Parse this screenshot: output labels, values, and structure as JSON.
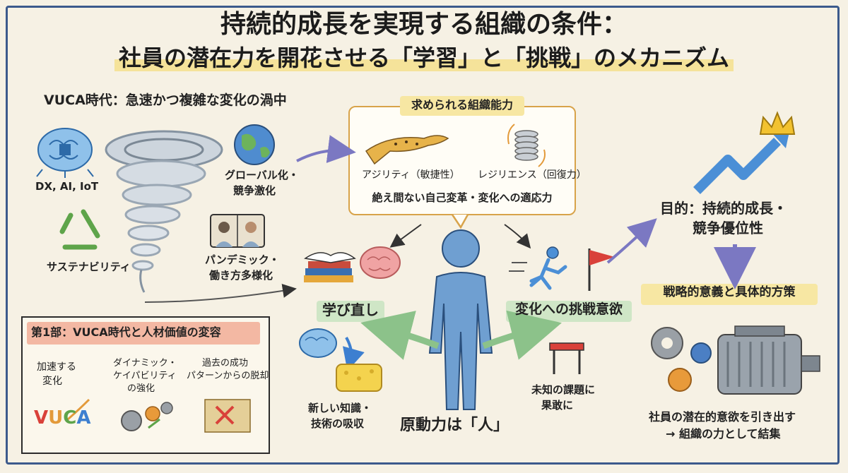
{
  "title": {
    "line1": "持続的成長を実現する組織の条件：",
    "line2": "社員の潜在力を開花させる「学習」と「挑戦」のメカニズム"
  },
  "vuca": {
    "heading": "VUCA時代：急速かつ複雑な変化の渦中",
    "dx": "DX, AI, IoT",
    "global": [
      "グローバル化・",
      "競争激化"
    ],
    "sustain": "サステナビリティ",
    "pandemic": [
      "パンデミック・",
      "働き方多様化"
    ]
  },
  "capabilities": {
    "title": "求められる組織能力",
    "agility": "アジリティ（敏捷性）",
    "resilience": "レジリエンス（回復力）",
    "summary": "絶え間ない自己変革・変化への適応力"
  },
  "center": {
    "learn": "学び直し",
    "absorb": [
      "新しい知識・",
      "技術の吸収"
    ],
    "people": "原動力は「人」",
    "challenge": "変化への挑戦意欲",
    "unknown": [
      "未知の課題に",
      "果敢に"
    ]
  },
  "goal": {
    "purpose": [
      "目的：持続的成長・",
      "競争優位性"
    ],
    "strategy": "戦略的意義と具体的方策",
    "engine": [
      "社員の潜在的意欲を引き出す",
      "→ 組織の力として結集"
    ]
  },
  "part1": {
    "title": "第1部：VUCA時代と人材価値の変容",
    "col1": [
      "加速する",
      "変化"
    ],
    "col2": [
      "ダイナミック・",
      "ケイパビリティ",
      "の強化"
    ],
    "col3": [
      "過去の成功",
      "パターンからの脱却"
    ],
    "vuca_letters": [
      "V",
      "U",
      "C",
      "A"
    ]
  },
  "colors": {
    "frame": "#3c5a8c",
    "person": "#6f9fd1",
    "arrow_purple": "#7b78c2",
    "arrow_green": "#8cc28a",
    "growth_blue": "#4b8fd6",
    "flag_red": "#d9413a",
    "crown_gold": "#f2c230",
    "panel_head": "#f3b8a3",
    "box_border": "#d8a34a"
  },
  "icons": [
    "tornado-icon",
    "brain-chip-icon",
    "globe-icon",
    "recycle-icon",
    "video-call-icon",
    "cheetah-icon",
    "spring-icon",
    "books-icon",
    "brain-icon",
    "sponge-icon",
    "person-icon",
    "runner-icon",
    "flag-icon",
    "hurdle-icon",
    "growth-arrow-icon",
    "crown-icon",
    "gears-icon",
    "motor-icon",
    "map-icon"
  ]
}
